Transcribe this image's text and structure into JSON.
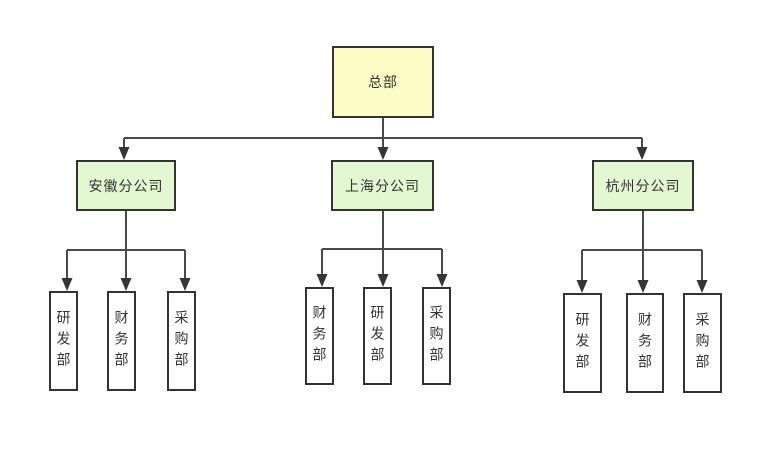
{
  "diagram": {
    "type": "org-chart",
    "root": {
      "label": "总部"
    },
    "branches": [
      {
        "label": "安徽分公司",
        "departments": [
          "研发部",
          "财务部",
          "采购部"
        ]
      },
      {
        "label": "上海分公司",
        "departments": [
          "财务部",
          "研发部",
          "采购部"
        ]
      },
      {
        "label": "杭州分公司",
        "departments": [
          "研发部",
          "财务部",
          "采购部"
        ]
      }
    ],
    "colors": {
      "root_fill": "#FCFCC6",
      "branch_fill": "#E3F7D1",
      "department_fill": "#FFFFFF",
      "border": "#333333",
      "line": "#4A4A4A",
      "text": "#333333",
      "background": "#FFFFFF"
    }
  }
}
